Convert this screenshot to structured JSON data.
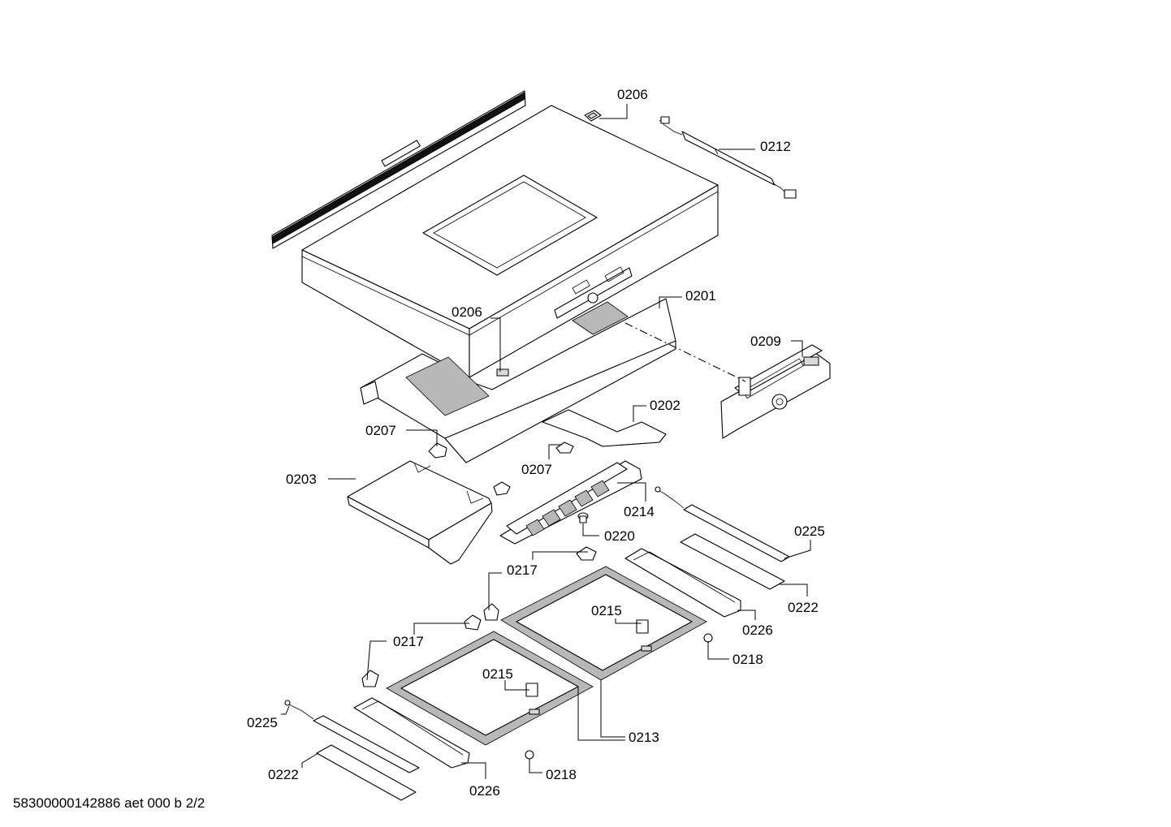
{
  "callouts": {
    "c0206a": "0206",
    "c0212": "0212",
    "c0206b": "0206",
    "c0201": "0201",
    "c0209": "0209",
    "c0202": "0202",
    "c0207a": "0207",
    "c0207b": "0207",
    "c0203": "0203",
    "c0214": "0214",
    "c0220": "0220",
    "c0225a": "0225",
    "c0217a": "0217",
    "c0222a": "0222",
    "c0215a": "0215",
    "c0226a": "0226",
    "c0217b": "0217",
    "c0218a": "0218",
    "c0215b": "0215",
    "c0213": "0213",
    "c0225b": "0225",
    "c0222b": "0222",
    "c0226b": "0226",
    "c0218b": "0218"
  },
  "footer": "58300000142886 aet 000 b 2/2"
}
